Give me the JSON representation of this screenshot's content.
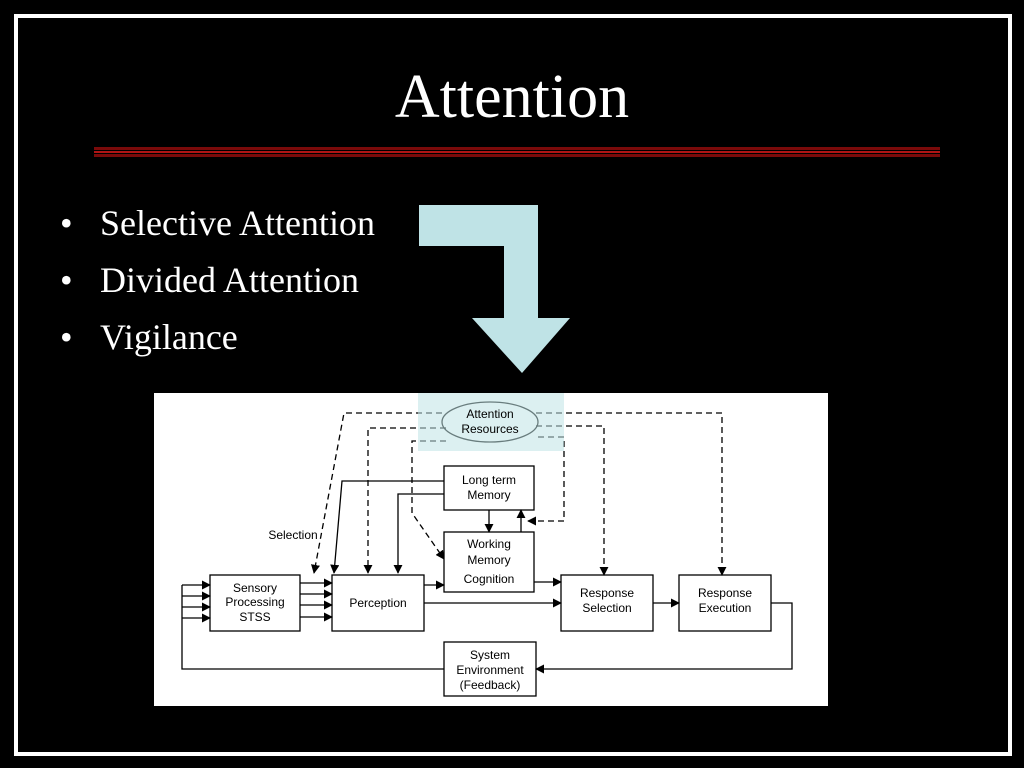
{
  "slide": {
    "title": "Attention",
    "bullets": [
      "Selective Attention",
      "Divided Attention",
      "Vigilance"
    ],
    "accent_color": "#8b0000",
    "highlight_color": "#bfe3e6"
  },
  "diagram": {
    "attention_resources": [
      "Attention",
      "Resources"
    ],
    "long_term_memory": [
      "Long term",
      "Memory"
    ],
    "working_memory": [
      "Working",
      "Memory",
      "Cognition"
    ],
    "sensory": [
      "Sensory",
      "Processing",
      "STSS"
    ],
    "perception": "Perception",
    "response_selection": [
      "Response",
      "Selection"
    ],
    "response_execution": [
      "Response",
      "Execution"
    ],
    "system_environment": [
      "System",
      "Environment",
      "(Feedback)"
    ],
    "selection_label": "Selection"
  }
}
